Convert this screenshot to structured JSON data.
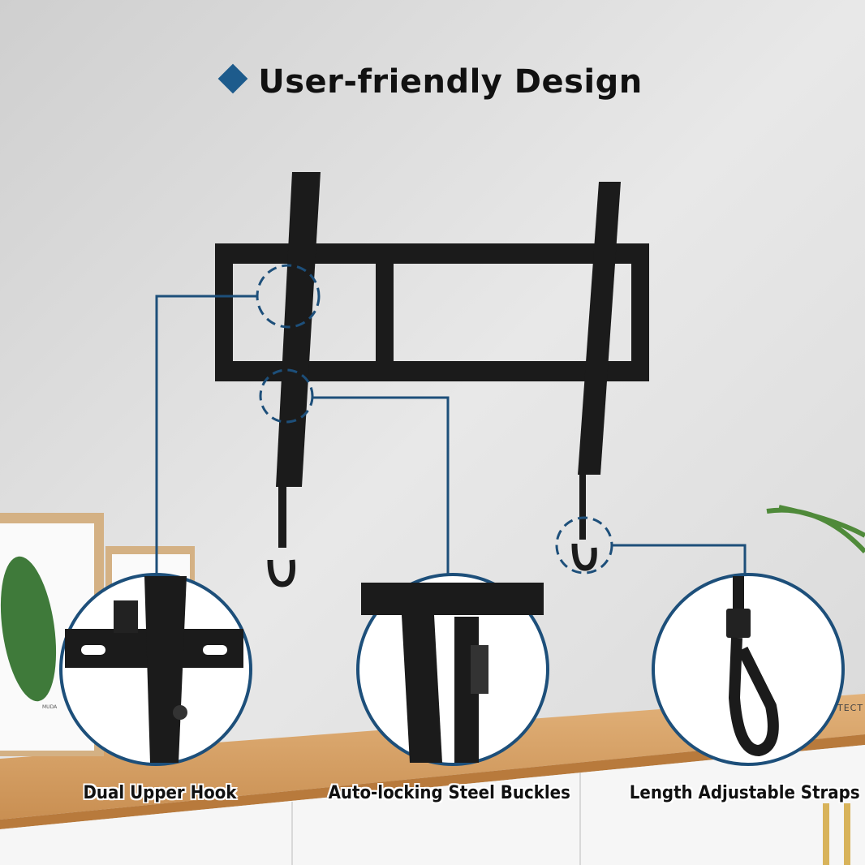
{
  "title": "User-friendly Design",
  "colors": {
    "accent": "#1d5b8c",
    "callout_line": "#1d4f7a",
    "wall": "#dcdcdc",
    "shelf": "#d9a46a"
  },
  "callouts": [
    {
      "label": "Dual Upper Hook",
      "icon": "upper-hook"
    },
    {
      "label": "Auto-locking Steel Buckles",
      "icon": "steel-buckle"
    },
    {
      "label": "Length Adjustable Straps",
      "icon": "strap"
    }
  ],
  "background_text": {
    "poster": "MUDA",
    "box": "TECT"
  }
}
